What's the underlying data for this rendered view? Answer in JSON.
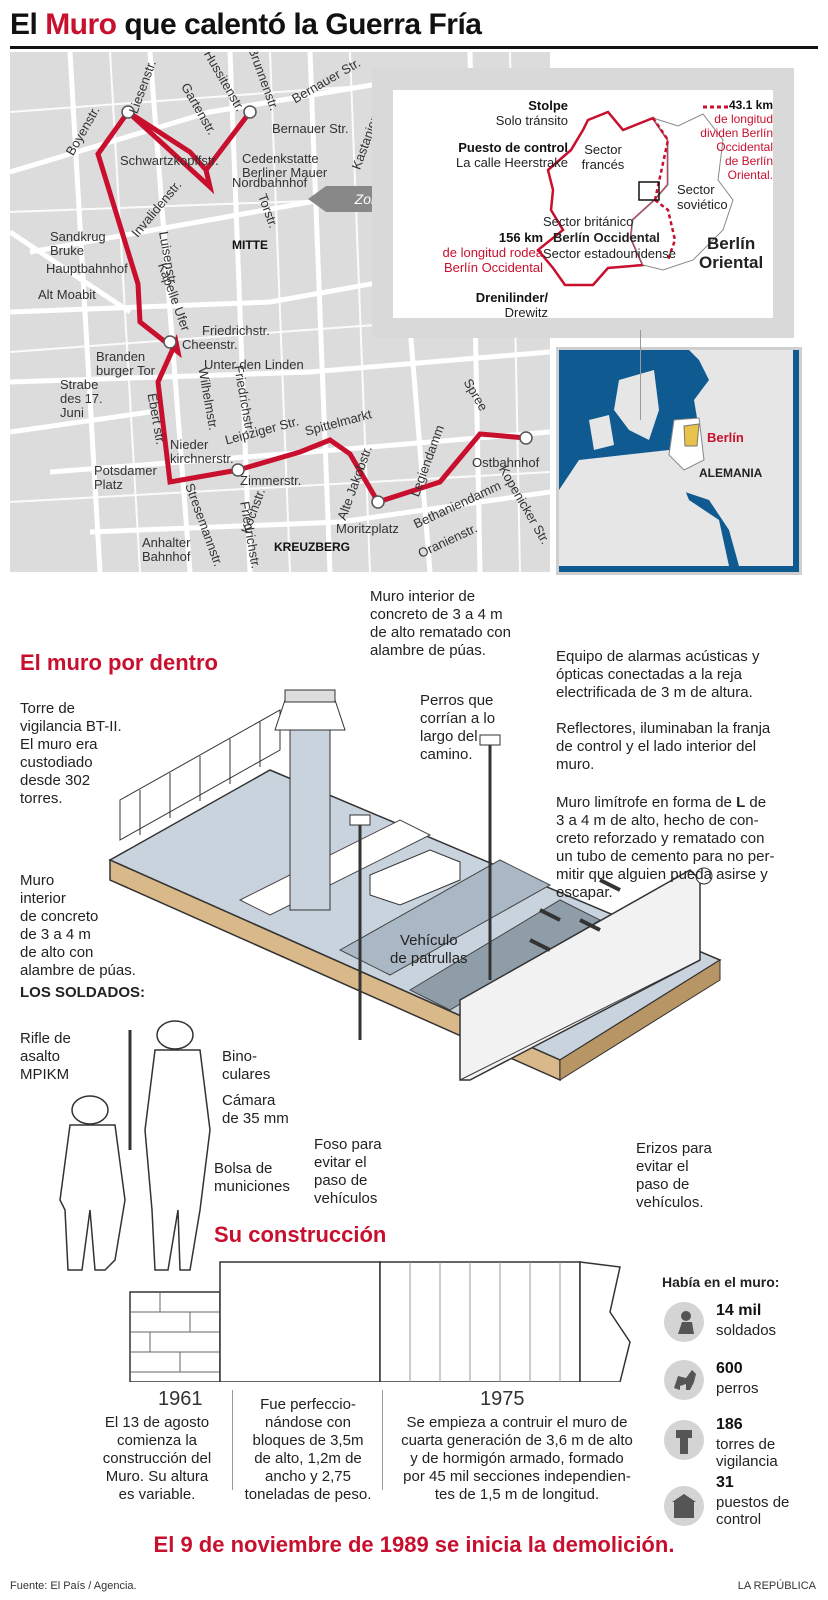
{
  "title": {
    "part1": "El ",
    "part2": "Muro",
    "part3": " que calentó la Guerra Fría"
  },
  "map": {
    "streets": [
      "Boyenstr.",
      "Liesenstr.",
      "Gartenstr.",
      "Hussitenstr.",
      "Brunnenstr.",
      "Bernauer Str.",
      "Bernauer Str.",
      "Kastanienallee",
      "Schwartzkopffstr.",
      "Cedenkstatte Berliner Mauer",
      "Nordbahnhof",
      "Invalidenstr.",
      "Torstr.",
      "Sandkrug Bruke",
      "Hauptbahnhof",
      "Luisenstr.",
      "Kapelle Ufer",
      "Alt Moabit",
      "Friedrichstr.",
      "Cheenstr.",
      "Unter den Linden",
      "Branden burger Tor",
      "Strabe des 17. Juni",
      "Wilhelmstr.",
      "Friedrichstr.",
      "Ebert str.",
      "Nieder kirchnerstr.",
      "Leipziger Str.",
      "Spittelmarkt",
      "Spree",
      "Ostbahnhof",
      "Potsdamer Platz",
      "Zimmerstr.",
      "Alte Jakobstr.",
      "Legiendamm",
      "Kopenicker Str.",
      "Kochstr.",
      "Moritzplatz",
      "Bethaniendamm",
      "Anhalter Bahnhof",
      "Stresemannstr.",
      "Friedrichstr.",
      "Oranienstr."
    ],
    "districts": [
      "MITTE",
      "KREUZBERG"
    ],
    "zona_detallada": "Zona detallada"
  },
  "inset": {
    "stolpe_title": "Stolpe",
    "stolpe_sub": "Solo tránsito",
    "puesto_title": "Puesto de control",
    "puesto_sub": "La calle Heerstrake",
    "km156": "156 km",
    "km156_sub1": "de longitud rodea",
    "km156_sub2": "Berlín Occidental",
    "dren_title": "Drenilinder/",
    "dren_sub": "Drewitz",
    "sector_frances": "Sector francés",
    "sector_sovietico": "Sector soviético",
    "sector_britanico": "Sector británico",
    "berlin_occ": "Berlín Occidental",
    "sector_est": "Sector estadounidense",
    "berlin_or1": "Berlín",
    "berlin_or2": "Oriental",
    "km43": "43.1 km",
    "km43_sub": [
      "de longitud",
      "dividen Berlín",
      "Occidental",
      "de Berlín",
      "Oriental."
    ]
  },
  "europe": {
    "berlin": "Berlín",
    "alemania": "ALEMANIA"
  },
  "inside": {
    "heading": "El muro por dentro",
    "muro_top": [
      "Muro interior de",
      "concreto de 3 a 4 m",
      "de alto rematado con",
      "alambre de púas."
    ],
    "alarmas": [
      "Equipo de alarmas acústicas y",
      "ópticas conectadas a la reja",
      "electrificada de 3 m de altura."
    ],
    "perros": [
      "Perros que",
      "corrían a lo",
      "largo del",
      "camino."
    ],
    "reflectores": [
      "Reflectores, iluminaban la franja",
      "de control y el lado interior del",
      "muro."
    ],
    "torre": [
      "Torre de",
      "vigilancia BT-II.",
      "El muro era",
      "custodiado",
      "desde 302",
      "torres."
    ],
    "limitrofe_pre": "Muro limítrofe en forma de ",
    "limitrofe_L": "L",
    "limitrofe_de": " de",
    "limitrofe": [
      "3 a 4 m de alto, hecho de con-",
      "creto reforzado y rematado con",
      "un tubo de cemento para no per-",
      "mitir que alguien pueda asirse y",
      "escapar."
    ],
    "muro_left": [
      "Muro",
      "interior",
      "de concreto",
      "de 3 a 4 m",
      "de alto con",
      "alambre de púas."
    ],
    "vehiculo": [
      "Vehículo",
      "de patrullas"
    ],
    "soldados": "LOS SOLDADOS:",
    "rifle": [
      "Rifle de",
      "asalto",
      "MPIKM"
    ],
    "binoculares": [
      "Bino-",
      "culares"
    ],
    "camara": [
      "Cámara",
      "de 35 mm"
    ],
    "bolsa": [
      "Bolsa de",
      "municiones"
    ],
    "foso": [
      "Foso para",
      "evitar el",
      "paso de",
      "vehículos"
    ],
    "erizos": [
      "Erizos para",
      "evitar el",
      "paso de",
      "vehículos."
    ]
  },
  "construction": {
    "heading": "Su construcción",
    "year1": "1961",
    "year2": "1975",
    "text1": [
      "El 13 de agosto",
      "comienza la",
      "construcción del",
      "Muro. Su altura",
      "es variable."
    ],
    "text2": [
      "Fue perfeccio-",
      "nándose con",
      "bloques de 3,5m",
      "de alto, 1,2m de",
      "ancho y 2,75",
      "toneladas de peso."
    ],
    "text3": [
      "Se empieza a contruir el muro de",
      "cuarta generación de 3,6 m de alto",
      "y de hormigón armado, formado",
      "por 45 mil secciones independien-",
      "tes de 1,5 m de longitud."
    ]
  },
  "stats": {
    "heading": "Había en el muro:",
    "items": [
      {
        "num": "14 mil",
        "label": [
          "soldados"
        ],
        "icon": "soldier-icon"
      },
      {
        "num": "600",
        "label": [
          "perros"
        ],
        "icon": "dog-icon"
      },
      {
        "num": "186",
        "label": [
          "torres de",
          "vigilancia"
        ],
        "icon": "tower-icon"
      },
      {
        "num": "31",
        "label": [
          "puestos de",
          "control"
        ],
        "icon": "checkpoint-icon"
      }
    ]
  },
  "demolition": "El 9 de noviembre de 1989 se inicia la demolición.",
  "footer": {
    "source": "Fuente: El País / Agencia.",
    "brand": "LA REPÚBLICA"
  },
  "colors": {
    "accent": "#c8102e",
    "map_bg": "#dcdcdc",
    "ground": "#c9d3dd",
    "wall_side": "#d9b88a"
  }
}
